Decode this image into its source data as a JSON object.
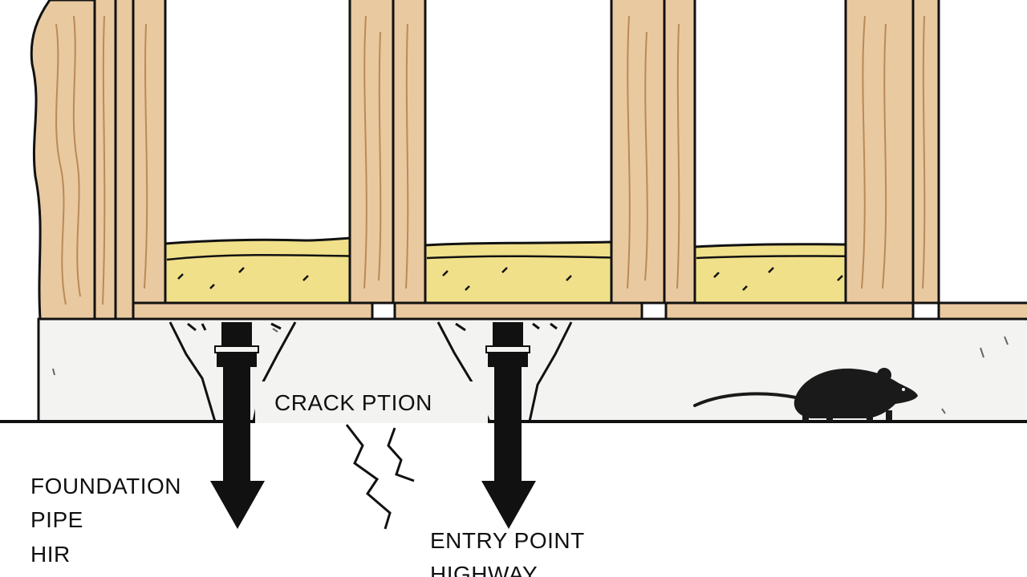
{
  "colors": {
    "wood": "#E9C9A0",
    "wood_dark": "#D9AF7E",
    "wood_grain": "#B98A58",
    "insulation": "#F0E08A",
    "insulation_shade": "#E3CF6B",
    "concrete": "#F3F3F1",
    "outline": "#111111",
    "pipe": "#111111",
    "mouse": "#1A1A1A"
  },
  "icons": {
    "mouse": "mouse-silhouette-icon",
    "arrow": "down-arrow-icon"
  },
  "labels": {
    "crack": "CRACK PTION",
    "foundation_lines": [
      "FOUNDATION",
      "PIPE",
      "HIR"
    ],
    "entry_lines": [
      "ENTRY POINT",
      "HIGHWAY"
    ]
  }
}
